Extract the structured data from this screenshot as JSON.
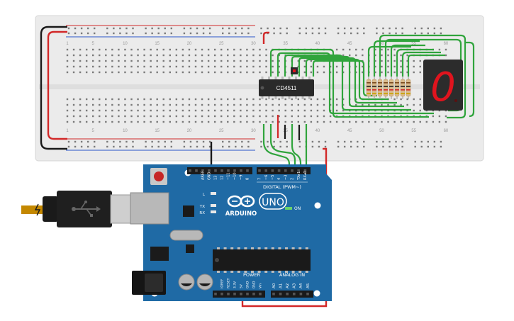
{
  "breadboard": {
    "column_labels": [
      "1",
      "5",
      "10",
      "15",
      "20",
      "25",
      "30",
      "35",
      "40",
      "45",
      "50",
      "55",
      "60"
    ]
  },
  "chip": {
    "label": "CD4511"
  },
  "seven_segment": {
    "digit": "0",
    "segment_color": "#e0141e"
  },
  "arduino": {
    "brand": "ARDUINO",
    "model": "UNO",
    "digital_label": "DIGITAL (PWM~)",
    "power_label": "POWER",
    "analog_label": "ANALOG IN",
    "on_label": "ON",
    "led_l": "L",
    "led_tx": "TX",
    "led_rx": "RX",
    "top_pin_labels": [
      "AREF",
      "GND",
      "13",
      "12",
      "~11",
      "~10",
      "~9",
      "8",
      "7",
      "~6",
      "~5",
      "4",
      "~3",
      "2",
      "TX▸1",
      "RX◂0"
    ],
    "power_pin_labels": [
      "IOREF",
      "RESET",
      "3.3V",
      "5V",
      "GND",
      "GND",
      "Vin"
    ],
    "analog_pin_labels": [
      "A0",
      "A1",
      "A2",
      "A3",
      "A4",
      "A5"
    ]
  },
  "colors": {
    "board_blue": "#1f6aa5",
    "wire_green": "#30a43c",
    "wire_red": "#d22828",
    "wire_black": "#1a1a1a",
    "resistor": "#d9b98a",
    "breadboard": "#ebebeb"
  }
}
